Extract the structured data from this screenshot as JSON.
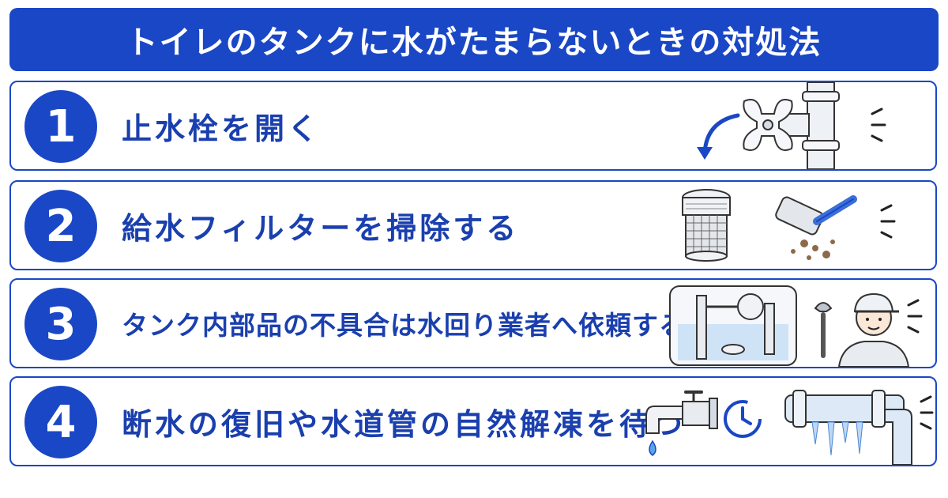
{
  "header": {
    "title": "トイレのタンクに水がたまらないときの対処法"
  },
  "steps": [
    {
      "number": "1",
      "label": "止水栓を開く",
      "illustration": [
        "valve-handle-icon",
        "rotate-arrow-icon",
        "pipe-icon"
      ]
    },
    {
      "number": "2",
      "label": "給水フィルターを掃除する",
      "illustration": [
        "filter-icon",
        "brush-icon",
        "debris-icon"
      ]
    },
    {
      "number": "3",
      "label": "タンク内部品の不具合は水回り業者へ依頼する",
      "illustration": [
        "toilet-tank-icon",
        "plumber-icon",
        "wrench-icon"
      ]
    },
    {
      "number": "4",
      "label": "断水の復旧や水道管の自然解凍を待つ",
      "illustration": [
        "faucet-icon",
        "clock-icon",
        "frozen-pipe-icon"
      ]
    }
  ],
  "colors": {
    "primary": "#1a47c6",
    "text": "#1a3fae",
    "background": "#ffffff"
  }
}
